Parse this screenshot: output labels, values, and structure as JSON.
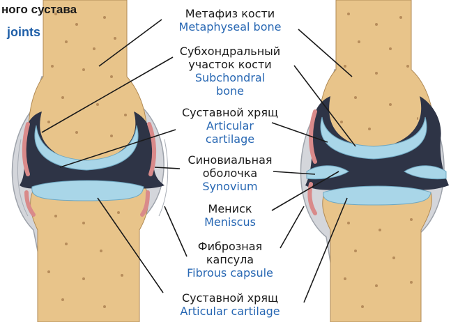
{
  "title": {
    "ru": "ного сустава",
    "en": "joints"
  },
  "labels": [
    {
      "ru": [
        "Метафиз кости"
      ],
      "en": [
        "Metaphyseal bone"
      ]
    },
    {
      "ru": [
        "Субхондральный",
        "участок кости"
      ],
      "en": [
        "Subchondral",
        "bone"
      ]
    },
    {
      "ru": [
        "Суставной хрящ"
      ],
      "en": [
        "Articular",
        "cartilage"
      ]
    },
    {
      "ru": [
        "Синовиальная",
        "оболочка"
      ],
      "en": [
        "Synovium"
      ]
    },
    {
      "ru": [
        "Мениск"
      ],
      "en": [
        "Meniscus"
      ]
    },
    {
      "ru": [
        "Фиброзная",
        "капсула"
      ],
      "en": [
        "Fibrous capsule"
      ]
    },
    {
      "ru": [
        "Суставной хрящ"
      ],
      "en": [
        "Articular cartilage"
      ]
    }
  ],
  "colors": {
    "bone": "#e8c48a",
    "bone_pore": "#7a4a22",
    "cartilage": "#a9d6e8",
    "joint_space": "#2e3446",
    "synovium": "#d98a8a",
    "capsule": "#c9ccd2",
    "label_ru": "#1a1a1a",
    "label_en": "#2767b3"
  }
}
